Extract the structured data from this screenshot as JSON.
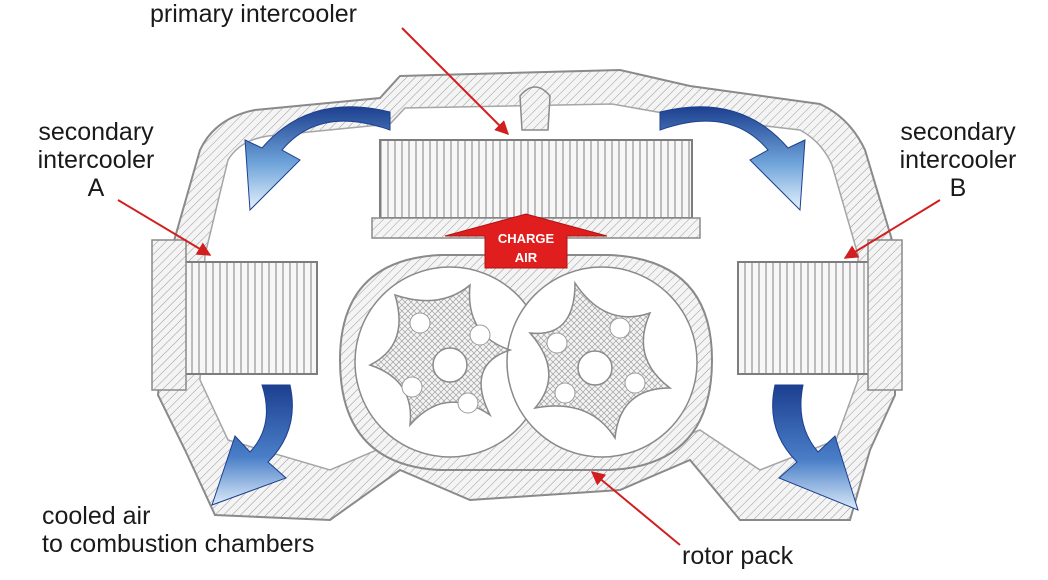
{
  "labels": {
    "primary_intercooler": "primary intercooler",
    "secondary_a_line1": "secondary",
    "secondary_a_line2": "intercooler",
    "secondary_a_line3": "A",
    "secondary_b_line1": "secondary",
    "secondary_b_line2": "intercooler",
    "secondary_b_line3": "B",
    "charge_air_line1": "CHARGE",
    "charge_air_line2": "AIR",
    "cooled_air_line1": "cooled air",
    "cooled_air_line2": "to combustion chambers",
    "rotor_pack": "rotor pack"
  },
  "colors": {
    "leader_line": "#d11f1f",
    "charge_arrow": "#e01e1e",
    "airflow_arrow_dark": "#1c3f8f",
    "airflow_arrow_light": "#e6f2fb",
    "outline": "#8a8a8a"
  },
  "icons": {
    "airflow_arrows": "curved-arrow-icon",
    "charge_arrow": "up-arrow-icon"
  }
}
